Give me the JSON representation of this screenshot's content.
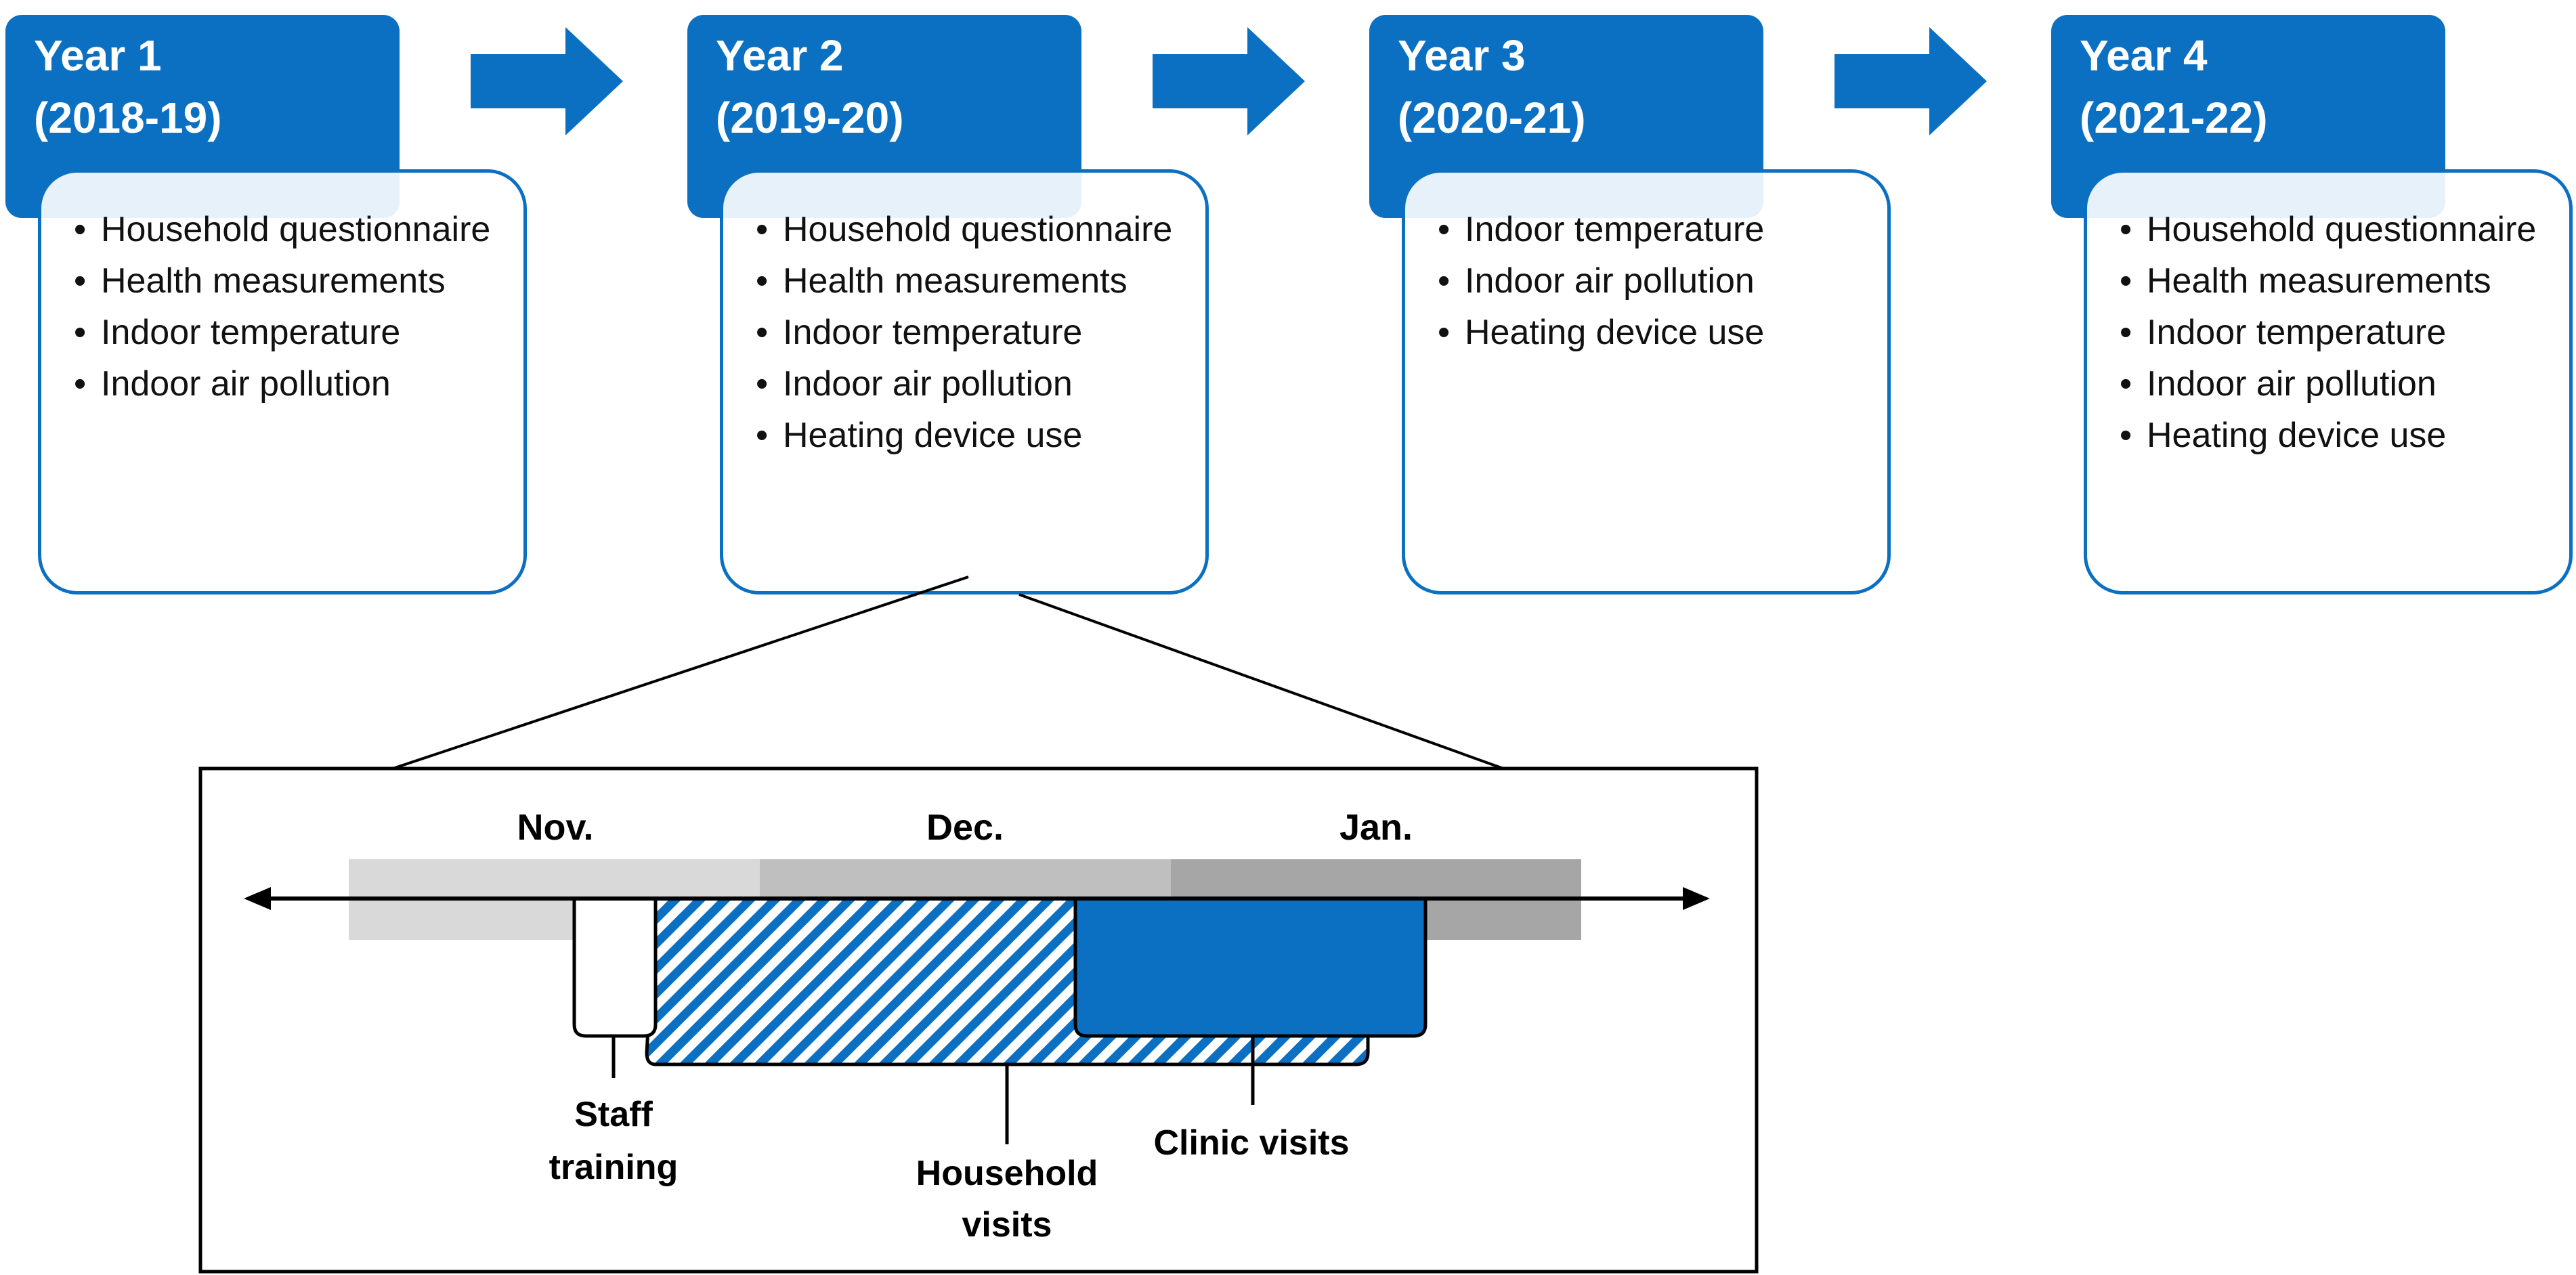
{
  "years": [
    {
      "line1": "Year 1",
      "line2": "(2018-19)",
      "items": [
        "Household questionnaire",
        "Health measurements",
        "Indoor temperature",
        "Indoor air pollution"
      ]
    },
    {
      "line1": "Year 2",
      "line2": "(2019-20)",
      "items": [
        "Household questionnaire",
        "Health measurements",
        "Indoor temperature",
        "Indoor air pollution",
        "Heating device use"
      ]
    },
    {
      "line1": "Year 3",
      "line2": "(2020-21)",
      "items": [
        "Indoor temperature",
        "Indoor air pollution",
        "Heating device use"
      ]
    },
    {
      "line1": "Year 4",
      "line2": "(2021-22)",
      "items": [
        "Household questionnaire",
        "Health measurements",
        "Indoor temperature",
        "Indoor air pollution",
        "Heating device use"
      ]
    }
  ],
  "timeline": {
    "months": [
      "Nov.",
      "Dec.",
      "Jan."
    ],
    "labels": {
      "staff_training_1": "Staff",
      "staff_training_2": "training",
      "household_visits_1": "Household",
      "household_visits_2": "visits",
      "clinic_visits": "Clinic visits"
    }
  },
  "colors": {
    "accent_blue": "#0b70c2",
    "month_nov": "#d9d9d9",
    "month_dec": "#bfbfbf",
    "month_jan": "#a6a6a6"
  }
}
